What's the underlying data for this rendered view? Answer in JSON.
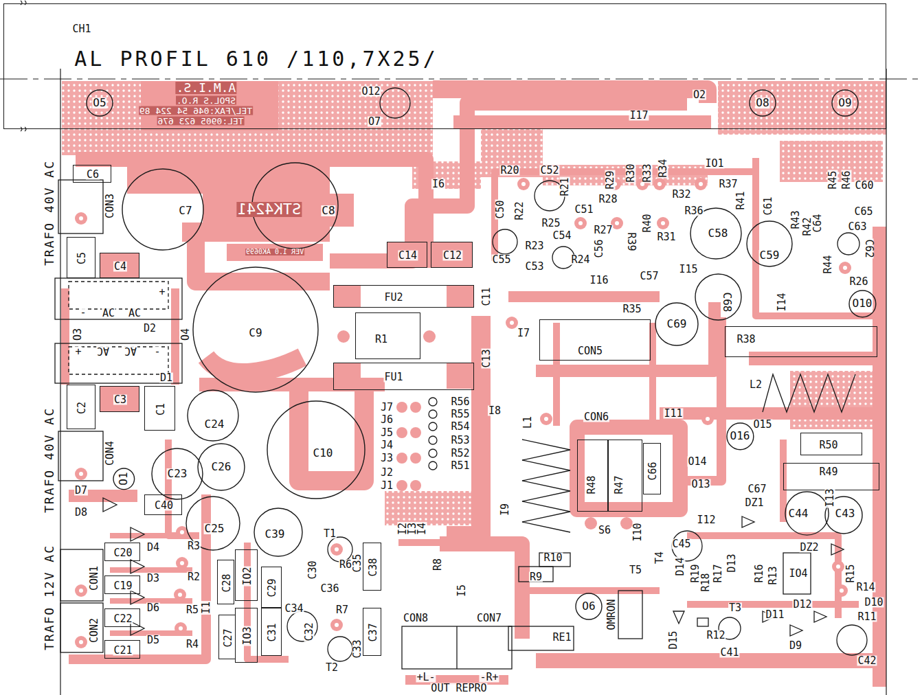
{
  "diagram": {
    "nodes": [
      {
        "text": [
          "CH1",
          "AL PROFIL 610 /110,7X25/"
        ]
      },
      {
        "text": [
          "C7"
        ]
      },
      {
        "text": [
          "C8"
        ]
      },
      {
        "text": [
          "C9"
        ]
      },
      {
        "text": [
          "C10"
        ]
      },
      {
        "text": [
          "C24"
        ]
      },
      {
        "text": [
          "C23"
        ]
      },
      {
        "text": [
          "C26"
        ]
      },
      {
        "text": [
          "C25"
        ]
      },
      {
        "text": [
          "C39"
        ]
      },
      {
        "text": [
          "C58"
        ]
      },
      {
        "text": [
          "C59"
        ]
      },
      {
        "text": [
          "C68"
        ]
      },
      {
        "text": [
          "C69"
        ]
      },
      {
        "text": [
          "C44"
        ]
      },
      {
        "text": [
          "C43"
        ]
      },
      {
        "text": [
          "O5"
        ]
      },
      {
        "text": [
          "O8"
        ]
      },
      {
        "text": [
          "O9"
        ]
      },
      {
        "text": [
          "O10"
        ]
      },
      {
        "text": [
          "O1"
        ]
      },
      {
        "text": [
          "O16"
        ]
      },
      {
        "text": [
          "O6"
        ]
      },
      {
        "text": [
          "C6"
        ]
      },
      {
        "text": [
          "C5"
        ]
      },
      {
        "text": [
          "C4"
        ]
      },
      {
        "text": [
          "C2"
        ]
      },
      {
        "text": [
          "C3"
        ]
      },
      {
        "text": [
          "C1"
        ]
      },
      {
        "text": [
          "C14"
        ]
      },
      {
        "text": [
          "C12"
        ]
      },
      {
        "text": [
          "FU2"
        ]
      },
      {
        "text": [
          "R1"
        ]
      },
      {
        "text": [
          "FU1"
        ]
      },
      {
        "text": [
          "CON5"
        ]
      },
      {
        "text": [
          "R38"
        ]
      },
      {
        "text": [
          "R50"
        ]
      },
      {
        "text": [
          "R49"
        ]
      },
      {
        "text": [
          "R48"
        ]
      },
      {
        "text": [
          "R47"
        ]
      },
      {
        "text": [
          "C66"
        ]
      },
      {
        "text": [
          "C40"
        ]
      },
      {
        "text": [
          "C20"
        ]
      },
      {
        "text": [
          "C19"
        ]
      },
      {
        "text": [
          "C22"
        ]
      },
      {
        "text": [
          "C21"
        ]
      },
      {
        "text": [
          "C28"
        ]
      },
      {
        "text": [
          "IO2"
        ]
      },
      {
        "text": [
          "C29"
        ]
      },
      {
        "text": [
          "C27"
        ]
      },
      {
        "text": [
          "IO3"
        ]
      },
      {
        "text": [
          "C31"
        ]
      },
      {
        "text": [
          "C38"
        ]
      },
      {
        "text": [
          "C37"
        ]
      }
    ],
    "labels": [
      "A.M.I.S.",
      "SPOL.S R.O.",
      "TEL/FAX:046 54 224 89",
      "TEL:0905 623 676",
      "O12",
      "O7",
      "O2",
      "I17",
      "TRAFO 40V AC",
      "CON3",
      "STK4241",
      "VER 1.0 AK0699",
      "-",
      "AC",
      "AC",
      "+",
      "D2",
      "O4",
      "O3",
      "+",
      "AC",
      "AC",
      "-",
      "D1",
      "TRAFO 40V AC",
      "CON4",
      "D7",
      "D8",
      "D4",
      "R3",
      "D3",
      "R2",
      "D6",
      "R5",
      "D5",
      "R4",
      "TRAFO 12V AC",
      "CON1",
      "CON2",
      "I1",
      "T1",
      "C35",
      "R6",
      "C30",
      "C36",
      "C34",
      "R7",
      "C32",
      "T2",
      "C33",
      "I2",
      "I3",
      "I4",
      "R8",
      "I5",
      "CON8",
      "CON7",
      "+L-",
      "-R+",
      "OUT REPRO",
      "I6",
      "C11",
      "C13",
      "I7",
      "IO1",
      "R20",
      "C52",
      "R21",
      "R29",
      "R30",
      "R33",
      "R34",
      "R28",
      "R32",
      "R37",
      "R36",
      "R41",
      "C61",
      "R43",
      "R42",
      "R45",
      "R46",
      "C60",
      "C65",
      "C63",
      "C64",
      "C62",
      "R44",
      "R26",
      "C50",
      "R22",
      "R25",
      "C51",
      "C54",
      "R27",
      "C56",
      "R39",
      "R40",
      "R31",
      "R23",
      "C55",
      "C53",
      "R24",
      "I16",
      "C57",
      "I15",
      "I14",
      "R35",
      "CON6",
      "I8",
      "I11",
      "L2",
      "O15",
      "J7",
      "J6",
      "J5",
      "J4",
      "J3",
      "J2",
      "J1",
      "R56",
      "R55",
      "R54",
      "R53",
      "R52",
      "R51",
      "L1",
      "I9",
      "O14",
      "O13",
      "C67",
      "DZ1",
      "I13",
      "I12",
      "DZ2",
      "I10",
      "C45",
      "T4",
      "D14",
      "R19",
      "R18",
      "R17",
      "D13",
      "R16",
      "R13",
      "IO4",
      "R15",
      "R14",
      "D10",
      "D12",
      "T3",
      "D11",
      "R11",
      "D9",
      "C42",
      "C41",
      "R12",
      "D15",
      "OMRON",
      "RE1",
      "S6",
      "R10",
      "R9",
      "T5"
    ]
  }
}
